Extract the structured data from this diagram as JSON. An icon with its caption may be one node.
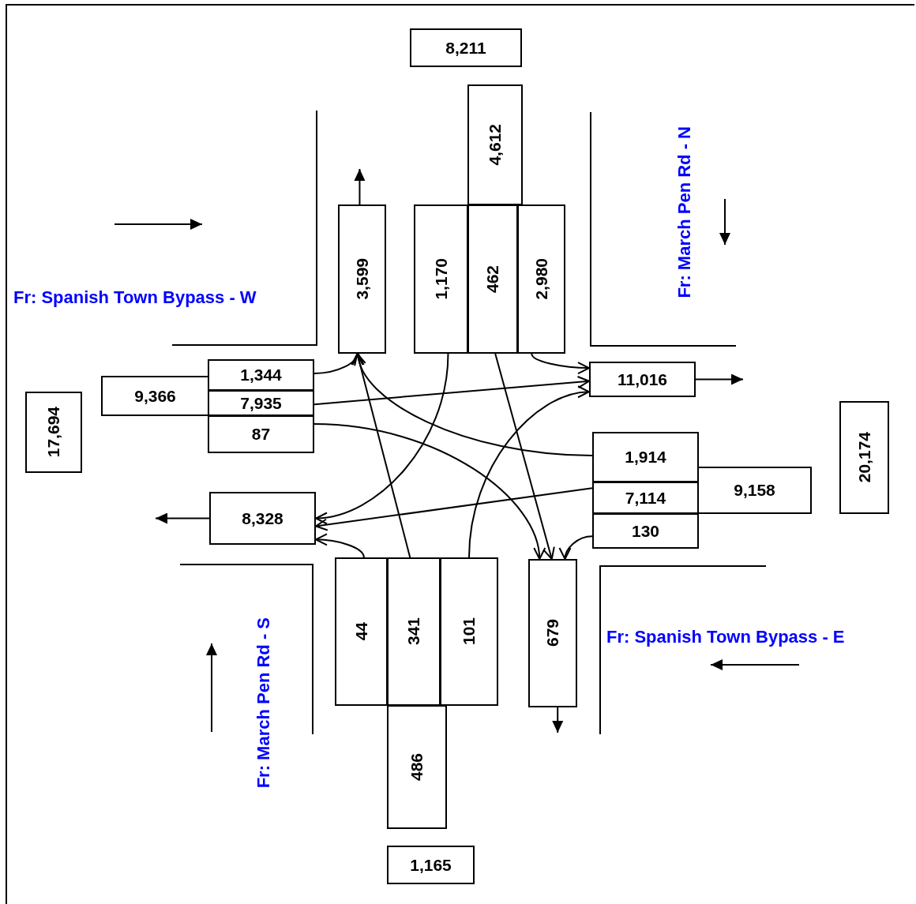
{
  "diagram": {
    "nodes": [
      {
        "text": [
          "8,211"
        ]
      },
      {
        "text": [
          "4,612"
        ]
      },
      {
        "text": [
          "3,599"
        ]
      },
      {
        "text": [
          "1,170"
        ]
      },
      {
        "text": [
          "462"
        ]
      },
      {
        "text": [
          "2,980"
        ]
      },
      {
        "text": [
          "1,344"
        ]
      },
      {
        "text": [
          "9,366"
        ]
      },
      {
        "text": [
          "7,935"
        ]
      },
      {
        "text": [
          "87"
        ]
      },
      {
        "text": [
          "17,694"
        ]
      },
      {
        "text": [
          "11,016"
        ]
      },
      {
        "text": [
          "1,914"
        ]
      },
      {
        "text": [
          "9,158"
        ]
      },
      {
        "text": [
          "7,114"
        ]
      },
      {
        "text": [
          "130"
        ]
      },
      {
        "text": [
          "20,174"
        ]
      },
      {
        "text": [
          "8,328"
        ]
      },
      {
        "text": [
          "44"
        ]
      },
      {
        "text": [
          "341"
        ]
      },
      {
        "text": [
          "101"
        ]
      },
      {
        "text": [
          "679"
        ]
      },
      {
        "text": [
          "486"
        ]
      },
      {
        "text": [
          "1,165"
        ]
      }
    ],
    "edges": [
      {
        "from": 6,
        "to": 2,
        "arrow": "to"
      },
      {
        "from": 8,
        "to": 11,
        "arrow": "to"
      },
      {
        "from": 9,
        "to": 21,
        "arrow": "to"
      },
      {
        "from": 3,
        "to": 17,
        "arrow": "to"
      },
      {
        "from": 4,
        "to": 21,
        "arrow": "to"
      },
      {
        "from": 5,
        "to": 11,
        "arrow": "to"
      },
      {
        "from": 12,
        "to": 2,
        "arrow": "to"
      },
      {
        "from": 14,
        "to": 17,
        "arrow": "to"
      },
      {
        "from": 15,
        "to": 21,
        "arrow": "to"
      },
      {
        "from": 18,
        "to": 17,
        "arrow": "to"
      },
      {
        "from": 19,
        "to": 2,
        "arrow": "to"
      },
      {
        "from": 20,
        "to": 11,
        "arrow": "to"
      },
      {
        "from": 2,
        "to": null,
        "arrow": "to"
      },
      {
        "from": 11,
        "to": null,
        "arrow": "to"
      },
      {
        "from": 17,
        "to": null,
        "arrow": "to"
      },
      {
        "from": 21,
        "to": null,
        "arrow": "to"
      }
    ],
    "labels": [
      "Fr: March Pen Rd - N",
      "Fr: Spanish Town Bypass - W",
      "Fr: March Pen Rd - S",
      "Fr: Spanish Town Bypass - E"
    ]
  }
}
